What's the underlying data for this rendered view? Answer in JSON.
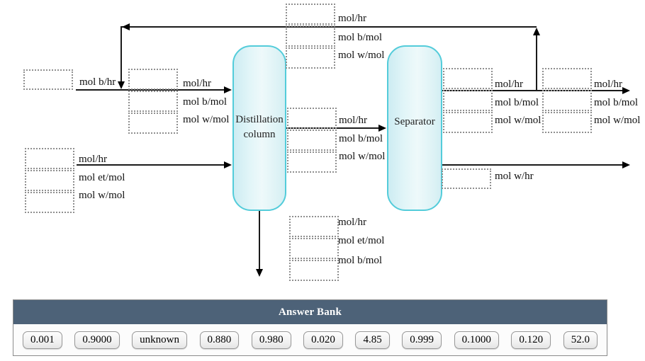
{
  "diagram": {
    "column_label_line1": "Distillation",
    "column_label_line2": "column",
    "separator_label": "Separator",
    "streams": {
      "fresh_feed": {
        "labels": [
          "mol b/hr"
        ]
      },
      "combined_feed": {
        "labels": [
          "mol/hr",
          "mol b/mol",
          "mol w/mol"
        ]
      },
      "recycle": {
        "labels": [
          "mol/hr",
          "mol b/mol",
          "mol w/mol"
        ]
      },
      "ethanol_feed": {
        "labels": [
          "mol/hr",
          "mol et/mol",
          "mol w/mol"
        ]
      },
      "column_overhead": {
        "labels": [
          "mol/hr",
          "mol b/mol",
          "mol w/mol"
        ]
      },
      "separator_overhead": {
        "labels": [
          "mol/hr",
          "mol b/mol",
          "mol w/mol"
        ]
      },
      "final_product": {
        "labels": [
          "mol/hr",
          "mol b/mol",
          "mol w/mol"
        ]
      },
      "separator_bottoms": {
        "labels": [
          "mol w/hr"
        ]
      },
      "column_bottoms": {
        "labels": [
          "mol/hr",
          "mol et/mol",
          "mol b/mol"
        ]
      }
    }
  },
  "answer_bank": {
    "title": "Answer Bank",
    "chips": [
      {
        "label": "0.001",
        "stacked": false
      },
      {
        "label": "0.9000",
        "stacked": true
      },
      {
        "label": "unknown",
        "stacked": true
      },
      {
        "label": "0.880",
        "stacked": false
      },
      {
        "label": "0.980",
        "stacked": false
      },
      {
        "label": "0.020",
        "stacked": false
      },
      {
        "label": "4.85",
        "stacked": false
      },
      {
        "label": "0.999",
        "stacked": false
      },
      {
        "label": "0.1000",
        "stacked": true
      },
      {
        "label": "0.120",
        "stacked": false
      },
      {
        "label": "52.0",
        "stacked": false
      }
    ]
  },
  "colors": {
    "vessel_border": "#53ccda",
    "vessel_fill": "#e1f5f8",
    "bank_header": "#4d6278"
  }
}
